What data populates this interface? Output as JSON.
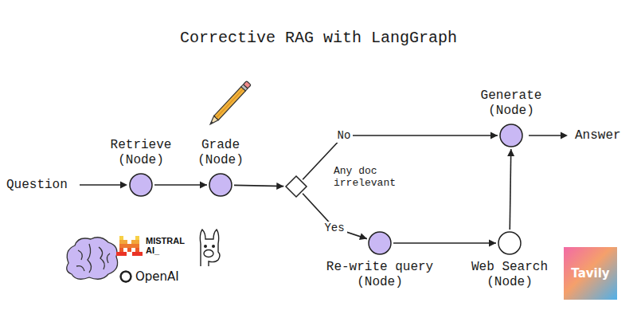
{
  "diagram": {
    "title": "Corrective RAG with LangGraph",
    "nodes": [
      {
        "text": [
          "Retrieve (Node)"
        ]
      },
      {
        "text": [
          "Grade (Node)"
        ]
      },
      {
        "text": [
          "Any doc irrelevant"
        ]
      },
      {
        "text": [
          "Generate (Node)"
        ]
      },
      {
        "text": [
          "Re-write query (Node)"
        ]
      },
      {
        "text": [
          "Web Search (Node)"
        ]
      }
    ],
    "edges": [
      {
        "from": 0,
        "to": 1,
        "arrow": "to"
      },
      {
        "from": 1,
        "to": 2,
        "arrow": "to"
      },
      {
        "from": 2,
        "to": 3,
        "label": "No",
        "arrow": "to"
      },
      {
        "from": 2,
        "to": 4,
        "label": "Yes",
        "arrow": "to"
      },
      {
        "from": 4,
        "to": 5,
        "arrow": "to"
      },
      {
        "from": 5,
        "to": 3,
        "arrow": "to"
      }
    ],
    "labels": [
      "Question",
      "Answer",
      "MISTRAL AI_",
      "OpenAI",
      "Tavily"
    ]
  }
}
